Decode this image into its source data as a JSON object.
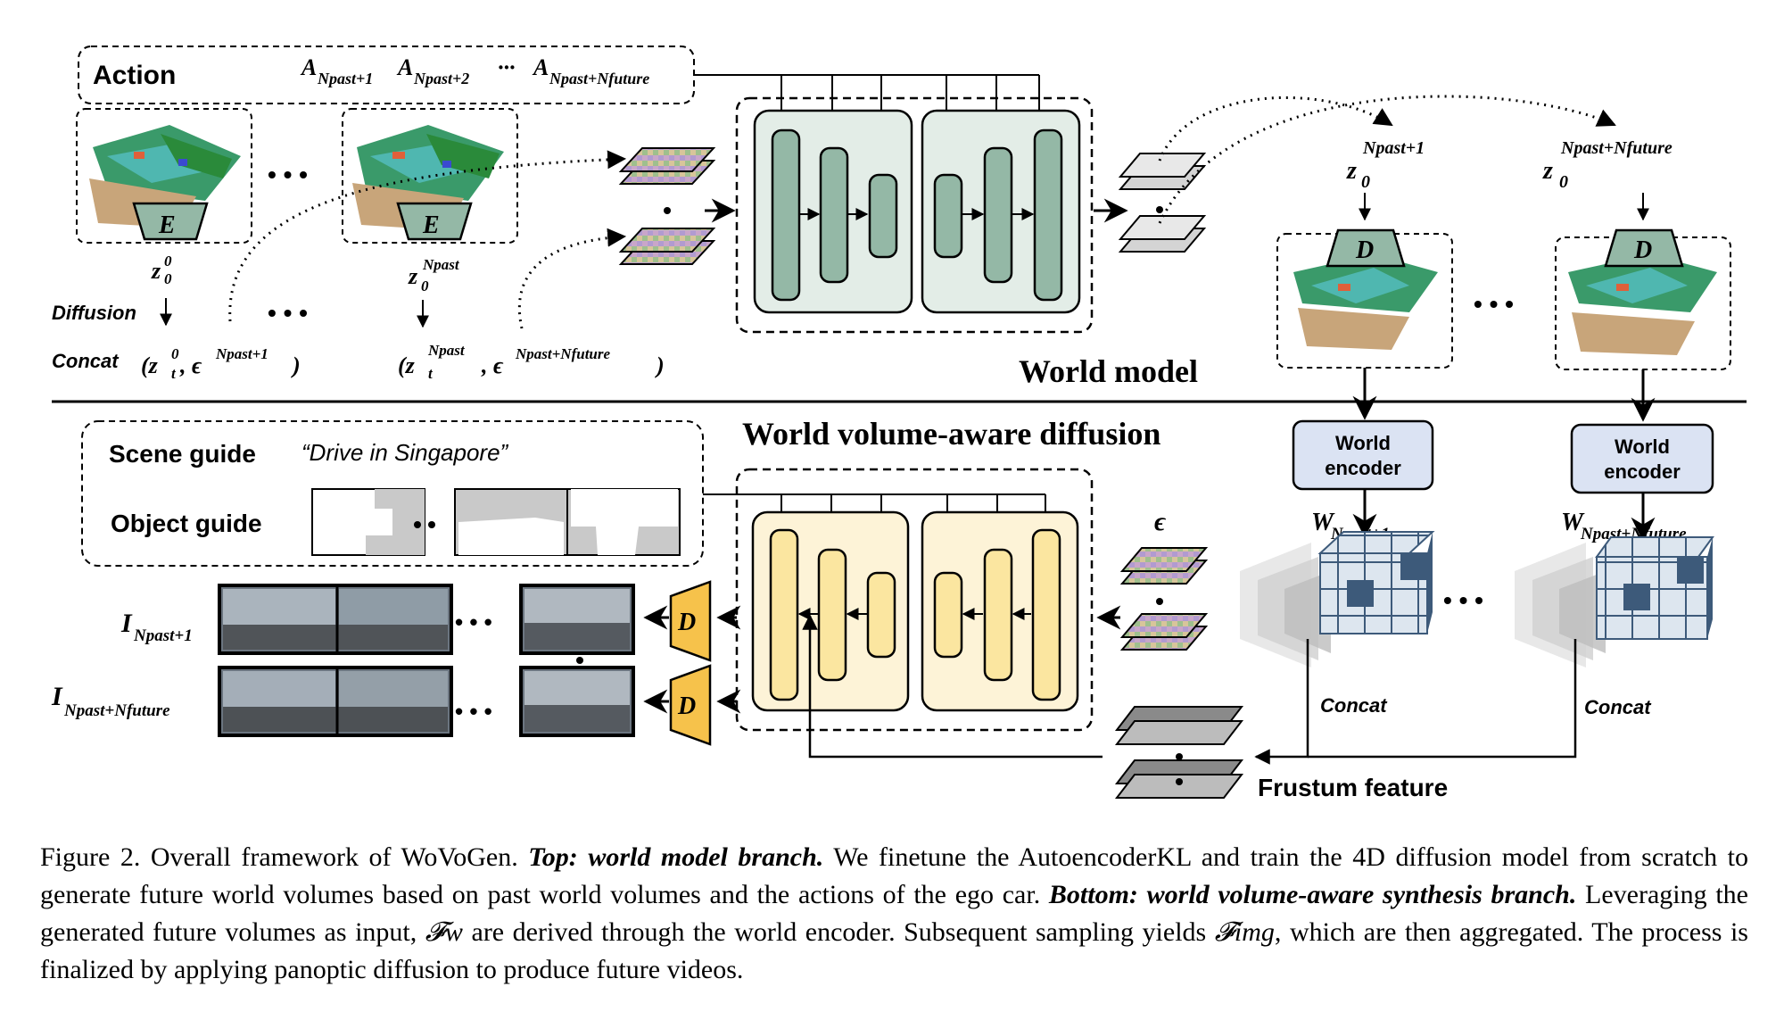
{
  "top": {
    "action_label": "Action",
    "action_seq": "A",
    "action_sub1": "Npast+1",
    "action_sub2": "Npast+2",
    "action_dots": "···",
    "action_subN": "Npast+Nfuture",
    "encoder_letter": "E",
    "z0_label": "z",
    "z0_sub": "0",
    "z0_sup": "0",
    "zN_sup": "Npast",
    "diffusion_label": "Diffusion",
    "concat_label": "Concat",
    "concat1": "(z",
    "concat1_sup": "0",
    "concat1_sub": "t",
    "concat1_eps": ", ϵ",
    "concat1_eps_sup": "Npast+1",
    "concat2_sup": "Npast",
    "concat2_eps_sup": "Npast+Nfuture",
    "out1_sup": "Npast+1",
    "out2_sup": "Npast+Nfuture",
    "decoder_letter": "D",
    "section_title": "World model",
    "ellipsis": "• • •"
  },
  "bottom": {
    "section_title": "World volume-aware diffusion",
    "scene_guide_label": "Scene guide",
    "scene_guide_value": "“Drive in Singapore”",
    "object_guide_label": "Object guide",
    "epsilon": "ϵ",
    "world_encoder_l1": "World",
    "world_encoder_l2": "encoder",
    "w1_sub": "Npast+1",
    "w2_sub": "Npast+Nfuture",
    "w_letter": "W",
    "concat_label": "Concat",
    "frustum_label": "Frustum feature",
    "img_letter": "I",
    "img1_sub": "Npast+1",
    "img2_sub": "Npast+Nfuture",
    "decoder_letter": "D"
  },
  "colors": {
    "green_fill": "#94b8a6",
    "green_bg": "#e3ede7",
    "yellow_fill": "#fbe6a0",
    "yellow_bg": "#fdf3d7",
    "encoder_box": "#dbe3f3",
    "cube_blue": "#3d5a7a",
    "cube_light": "#dde6ef"
  },
  "caption": {
    "fig_label": "Figure 2. Overall framework of WoVoGen. ",
    "top_bold": "Top: world model branch.",
    "t1": " We finetune the AutoencoderKL and train the 4D diffusion model from scratch to generate future world volumes based on past world volumes and the actions of the ego car. ",
    "bottom_bold": "Bottom: world volume-aware synthesis branch.",
    "t2": " Leveraging the generated future volumes as input, ",
    "fw": "𝓕w",
    "t3": " are derived through the world encoder. Subsequent sampling yields ",
    "fimg": "𝓕img",
    "t4": ", which are then aggregated. The process is finalized by applying panoptic diffusion to produce future videos."
  }
}
